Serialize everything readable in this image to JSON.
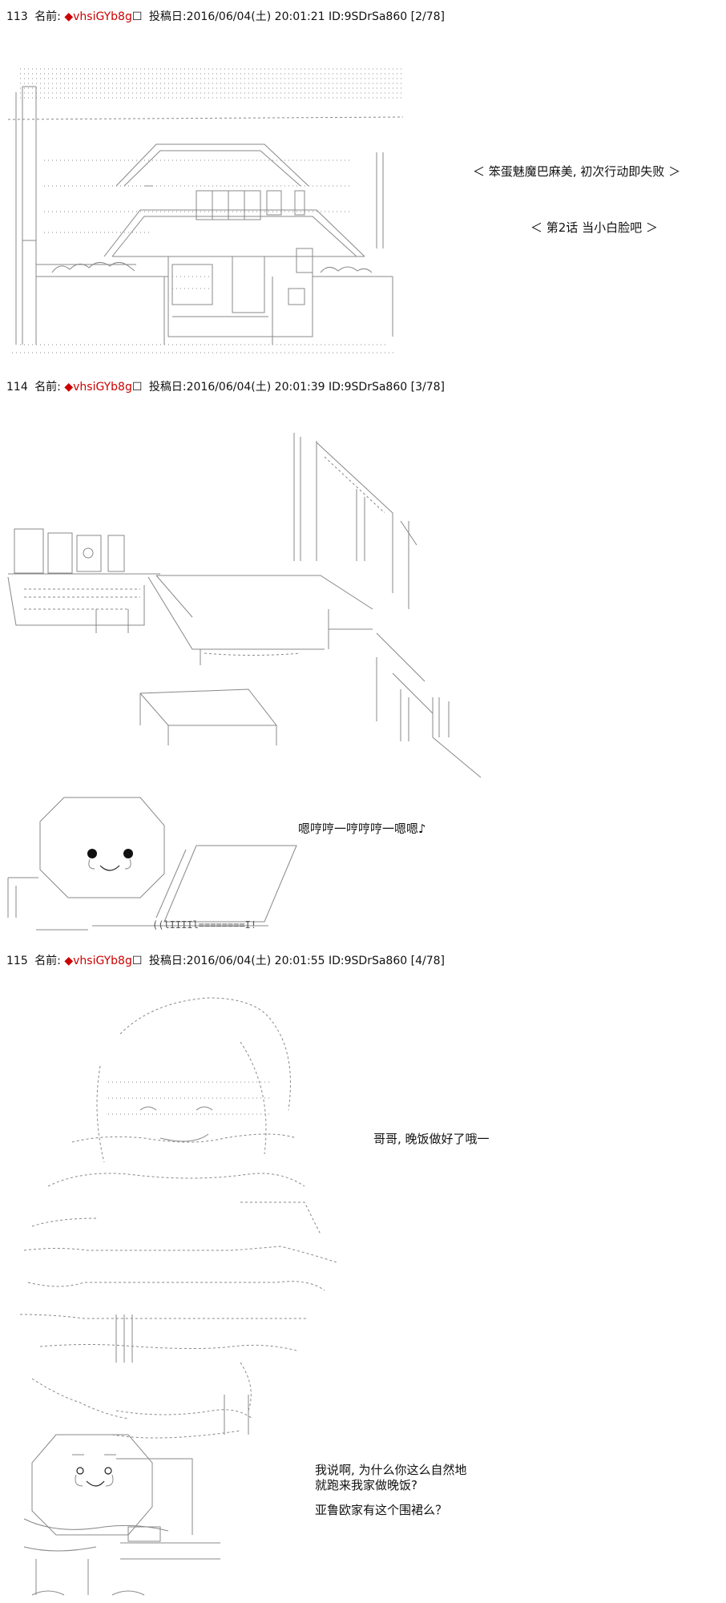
{
  "posts": [
    {
      "number": "113",
      "name_label": "名前:",
      "trip": "◆vhsiGYb8g",
      "trip_suffix": "☐",
      "date_label": "投稿日:2016/06/04(土) 20:01:21",
      "id": "ID:9SDrSa860",
      "page": "[2/78]"
    },
    {
      "number": "114",
      "name_label": "名前:",
      "trip": "◆vhsiGYb8g",
      "trip_suffix": "☐",
      "date_label": "投稿日:2016/06/04(土) 20:01:39",
      "id": "ID:9SDrSa860",
      "page": "[3/78]"
    },
    {
      "number": "115",
      "name_label": "名前:",
      "trip": "◆vhsiGYb8g",
      "trip_suffix": "☐",
      "date_label": "投稿日:2016/06/04(土) 20:01:55",
      "id": "ID:9SDrSa860",
      "page": "[4/78]"
    }
  ],
  "post113": {
    "title_line": "＜ 笨蛋魅魔巴麻美, 初次行动即失败 ＞",
    "subtitle_line": "＜ 第2话 当小白脸吧 ＞"
  },
  "post114": {
    "hum": "嗯哼哼一哼哼哼一嗯嗯♪",
    "keyboard_text": "((lIIIIl========I!"
  },
  "post115": {
    "girl_line": "哥哥, 晚饭做好了哦一",
    "reply_line1": "我说啊, 为什么你这么自然地",
    "reply_line2": "就跑来我家做晚饭?",
    "reply_line3": "亚鲁欧家有这个围裙么？"
  }
}
